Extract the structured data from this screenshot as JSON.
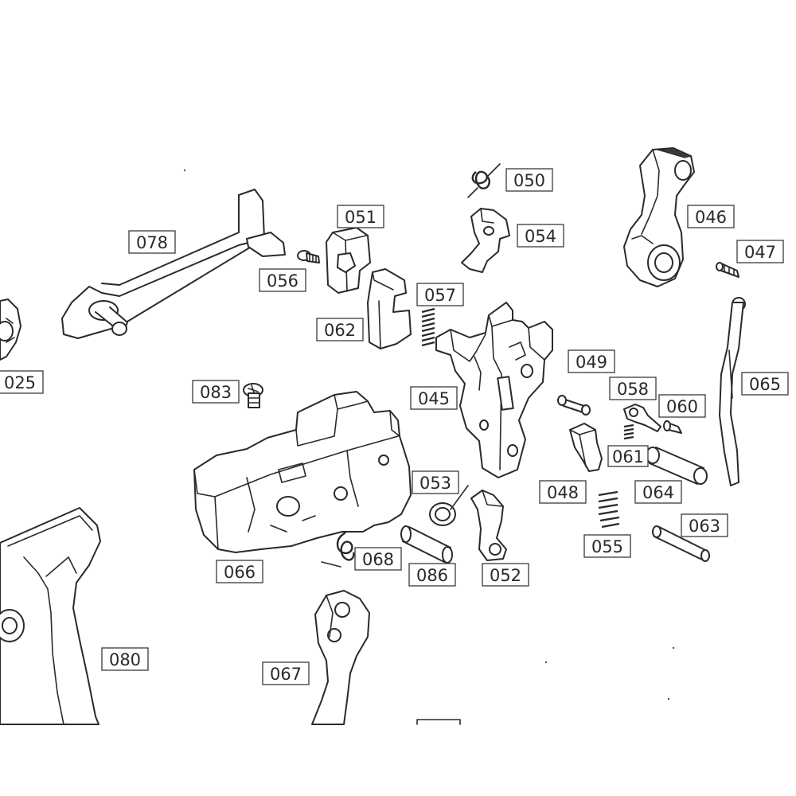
{
  "labels": {
    "p078": "078",
    "p056": "056",
    "p051": "051",
    "p062": "062",
    "p057": "057",
    "p050": "050",
    "p054": "054",
    "p046": "046",
    "p047": "047",
    "p025": "025",
    "p049": "049",
    "p058": "058",
    "p060": "060",
    "p065": "065",
    "p045": "045",
    "p083": "083",
    "p061": "061",
    "p048": "048",
    "p064": "064",
    "p053": "053",
    "p055": "055",
    "p063": "063",
    "p068": "068",
    "p086": "086",
    "p052": "052",
    "p066": "066",
    "p080": "080",
    "p067": "067"
  }
}
